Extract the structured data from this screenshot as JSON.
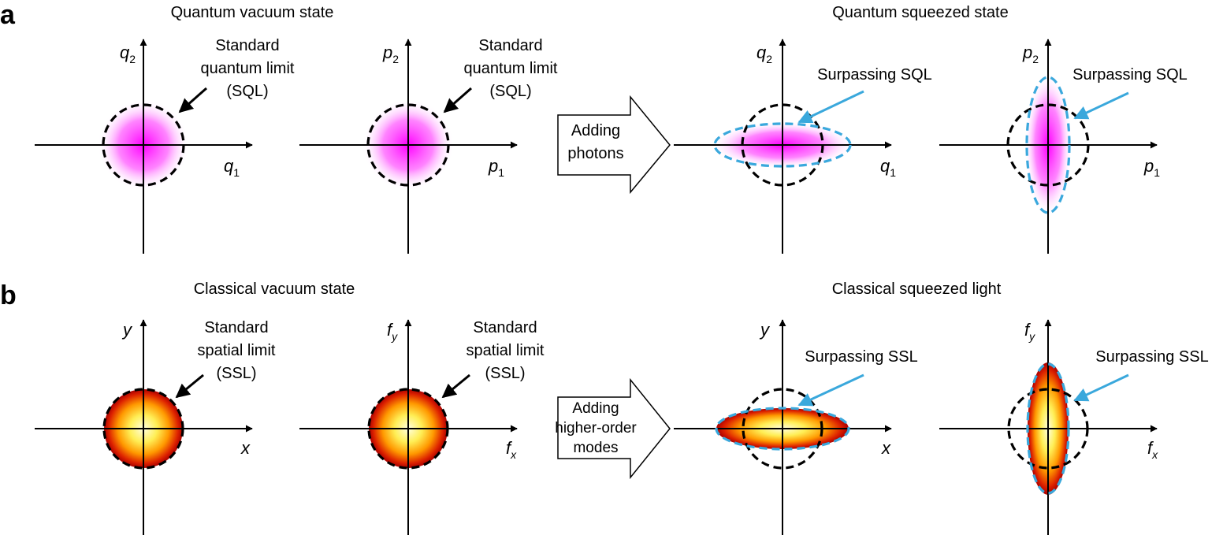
{
  "colors": {
    "sql_ring": "#000000",
    "surpass_ring": "#3aa8dc",
    "quantum_glow": "#ff00ff",
    "classical_core": "#ffffe0",
    "classical_mid": "#ffb400",
    "classical_edge": "#aa0000"
  },
  "panel_a": {
    "letter": "a",
    "left_title": "Quantum vacuum state",
    "right_title": "Quantum squeezed state",
    "arrow_line1": "Adding",
    "arrow_line2": "photons",
    "plot1": {
      "y_var": "q",
      "y_sub": "2",
      "x_var": "q",
      "x_sub": "1",
      "note1": "Standard",
      "note2": "quantum limit",
      "note3": "(SQL)"
    },
    "plot2": {
      "y_var": "p",
      "y_sub": "2",
      "x_var": "p",
      "x_sub": "1",
      "note1": "Standard",
      "note2": "quantum limit",
      "note3": "(SQL)"
    },
    "plot3": {
      "y_var": "q",
      "y_sub": "2",
      "x_var": "q",
      "x_sub": "1",
      "note1": "Surpassing SQL"
    },
    "plot4": {
      "y_var": "p",
      "y_sub": "2",
      "x_var": "p",
      "x_sub": "1",
      "note1": "Surpassing SQL"
    }
  },
  "panel_b": {
    "letter": "b",
    "left_title": "Classical vacuum state",
    "right_title": "Classical squeezed light",
    "arrow_line1": "Adding",
    "arrow_line2": "higher-order",
    "arrow_line3": "modes",
    "plot1": {
      "y_var": "y",
      "x_var": "x",
      "note1": "Standard",
      "note2": "spatial limit",
      "note3": "(SSL)"
    },
    "plot2": {
      "y_var": "f",
      "y_sub": "y",
      "x_var": "f",
      "x_sub": "x",
      "note1": "Standard",
      "note2": "spatial limit",
      "note3": "(SSL)"
    },
    "plot3": {
      "y_var": "y",
      "x_var": "x",
      "note1": "Surpassing SSL"
    },
    "plot4": {
      "y_var": "f",
      "y_sub": "y",
      "x_var": "f",
      "x_sub": "x",
      "note1": "Surpassing SSL"
    }
  }
}
